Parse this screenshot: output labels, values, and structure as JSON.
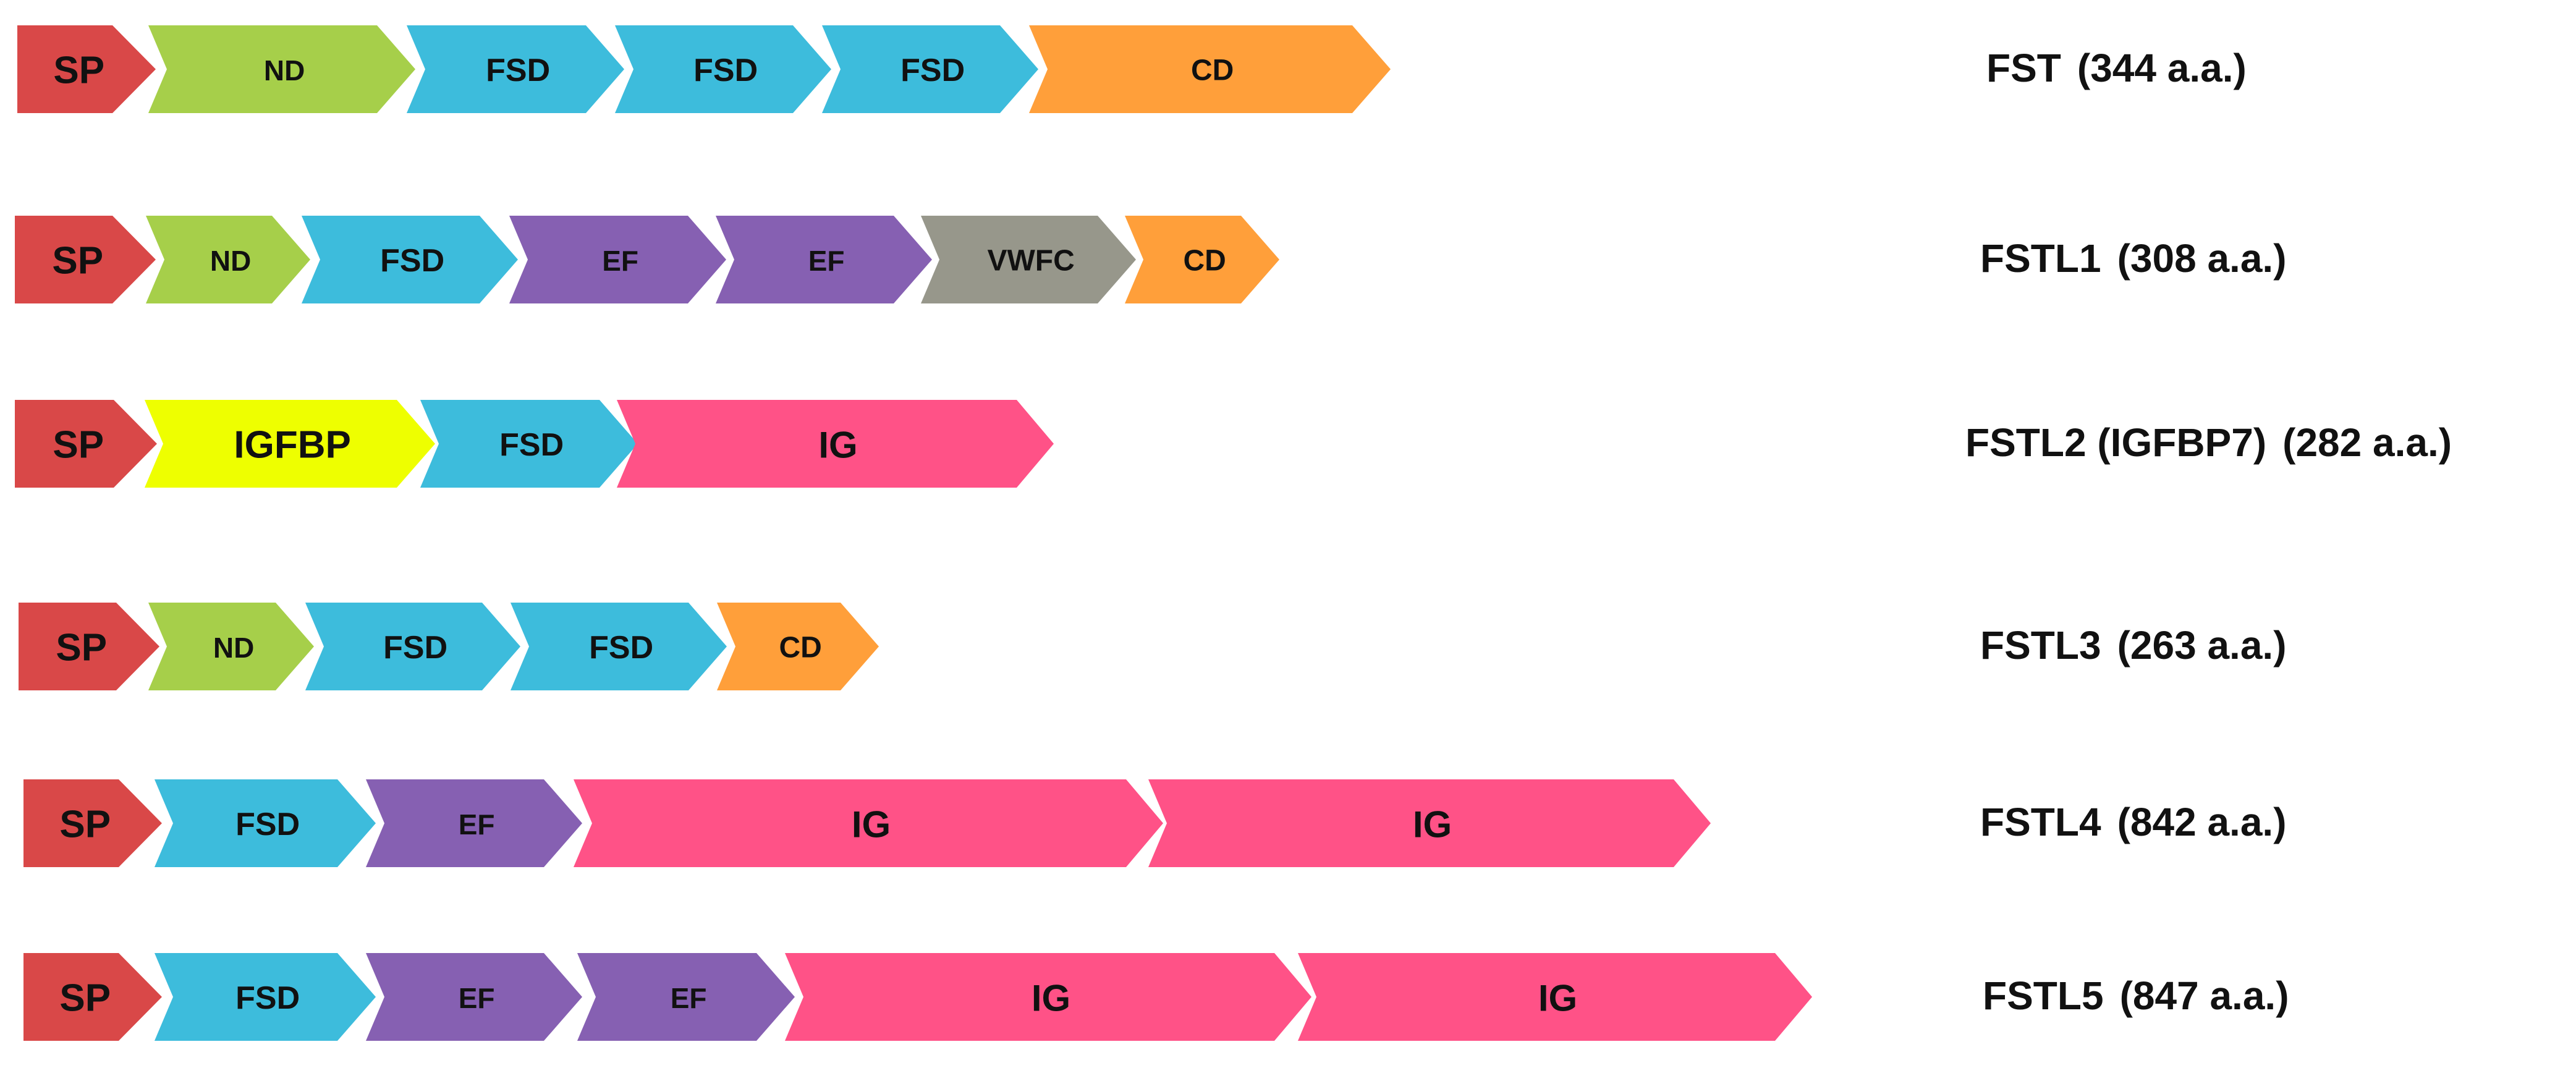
{
  "colors": {
    "SP": "#d94848",
    "ND": "#a6cf4a",
    "FSD": "#3dbcdc",
    "CD": "#ff9f3a",
    "EF": "#8660b2",
    "VWFC": "#97978b",
    "IGFBP": "#eeff00",
    "IG": "#ff5287"
  },
  "proteins": [
    {
      "name": "FST",
      "length_label": "(344 a.a.)",
      "domains": [
        "SP",
        "ND",
        "FSD",
        "FSD",
        "FSD",
        "CD"
      ]
    },
    {
      "name": "FSTL1",
      "length_label": "(308 a.a.)",
      "domains": [
        "SP",
        "ND",
        "FSD",
        "EF",
        "EF",
        "VWFC",
        "CD"
      ]
    },
    {
      "name": "FSTL2 (IGFBP7)",
      "length_label": "(282 a.a.)",
      "domains": [
        "SP",
        "IGFBP",
        "FSD",
        "IG"
      ]
    },
    {
      "name": "FSTL3",
      "length_label": "(263 a.a.)",
      "domains": [
        "SP",
        "ND",
        "FSD",
        "FSD",
        "CD"
      ]
    },
    {
      "name": "FSTL4",
      "length_label": "(842 a.a.)",
      "domains": [
        "SP",
        "FSD",
        "EF",
        "IG",
        "IG"
      ]
    },
    {
      "name": "FSTL5",
      "length_label": "(847 a.a.)",
      "domains": [
        "SP",
        "FSD",
        "EF",
        "EF",
        "IG",
        "IG"
      ]
    }
  ]
}
